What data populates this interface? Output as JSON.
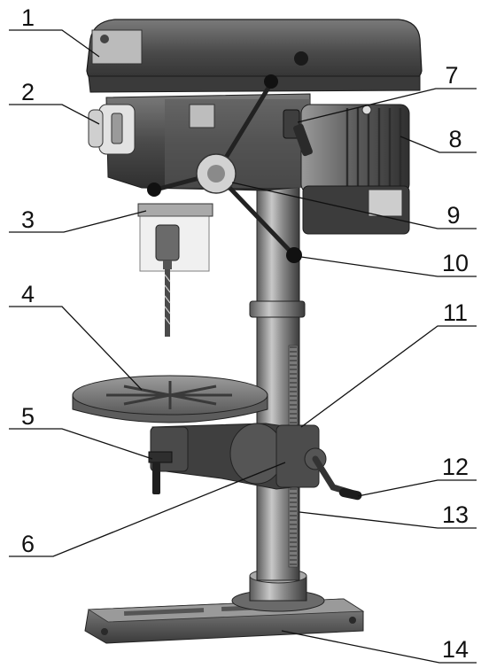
{
  "figure": {
    "callouts": [
      {
        "id": "c1",
        "label": "1"
      },
      {
        "id": "c2",
        "label": "2"
      },
      {
        "id": "c3",
        "label": "3"
      },
      {
        "id": "c4",
        "label": "4"
      },
      {
        "id": "c5",
        "label": "5"
      },
      {
        "id": "c6",
        "label": "6"
      },
      {
        "id": "c7",
        "label": "7"
      },
      {
        "id": "c8",
        "label": "8"
      },
      {
        "id": "c9",
        "label": "9"
      },
      {
        "id": "c10",
        "label": "10"
      },
      {
        "id": "c11",
        "label": "11"
      },
      {
        "id": "c12",
        "label": "12"
      },
      {
        "id": "c13",
        "label": "13"
      },
      {
        "id": "c14",
        "label": "14"
      }
    ]
  },
  "colors": {
    "background": "#ffffff",
    "machine_dark": "#3a3a3a",
    "machine_mid": "#6d6d6d",
    "machine_light": "#9a9a9a",
    "line": "#111111"
  }
}
